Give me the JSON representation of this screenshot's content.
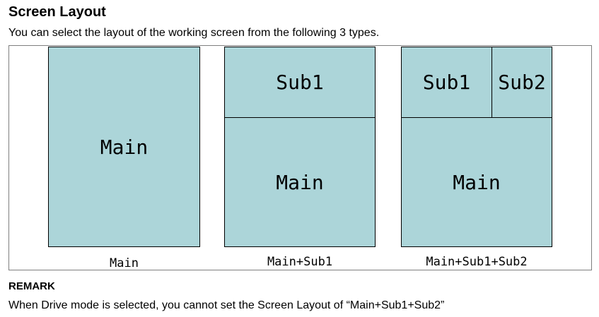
{
  "page": {
    "title": "Screen Layout",
    "intro": "You can select the layout of the working screen from the following 3 types."
  },
  "layouts": [
    {
      "caption": "Main",
      "panes": {
        "main": "Main"
      }
    },
    {
      "caption": "Main+Sub1",
      "panes": {
        "sub1": "Sub1",
        "main": "Main"
      }
    },
    {
      "caption": "Main+Sub1+Sub2",
      "panes": {
        "sub1": "Sub1",
        "sub2": "Sub2",
        "main": "Main"
      }
    }
  ],
  "remark": {
    "title": "REMARK",
    "text": "When Drive mode is selected, you cannot set the Screen Layout of “Main+Sub1+Sub2”"
  },
  "colors": {
    "pane_fill": "#acd5d9",
    "pane_border": "#000000",
    "frame_border": "#7f7f7f"
  }
}
